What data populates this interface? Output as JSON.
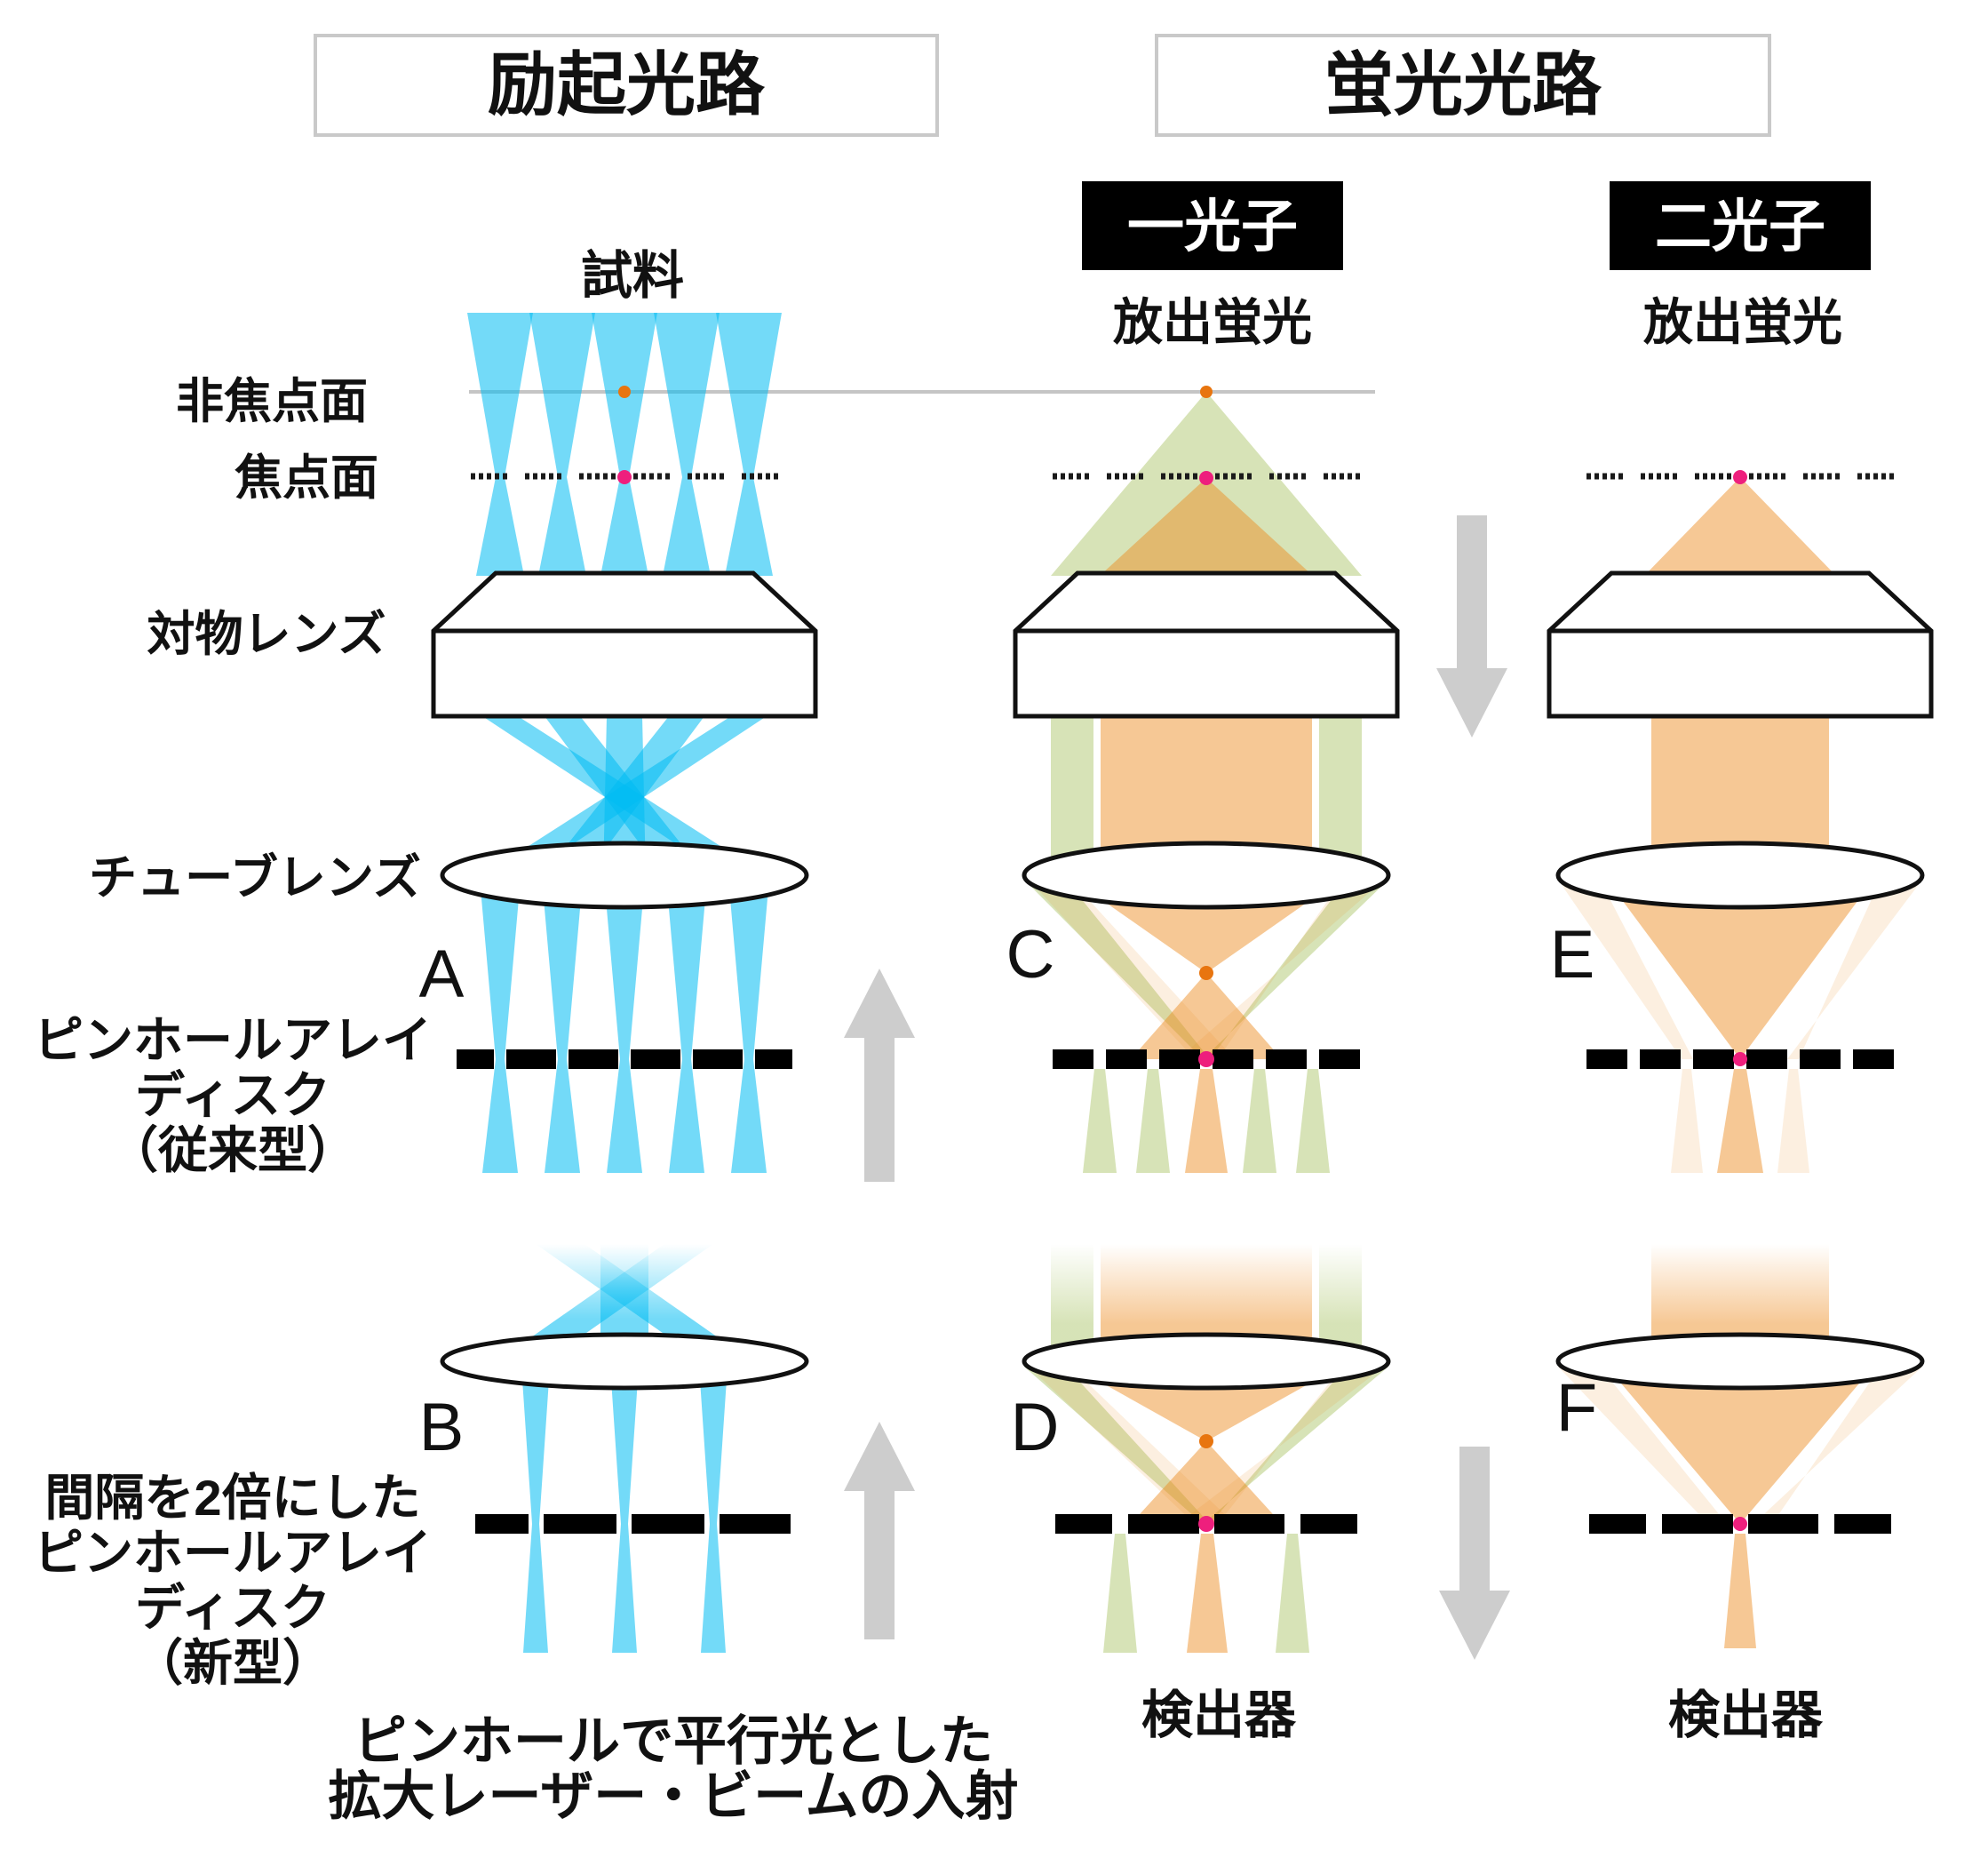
{
  "figure": {
    "title_excitation": "励起光路",
    "title_fluorescence": "蛍光光路",
    "mode_one_photon": "一光子",
    "mode_two_photon": "二光子",
    "emitted_fluorescence": "放出蛍光",
    "sample": "試料",
    "off_focus_plane": "非焦点面",
    "focus_plane": "焦点面",
    "objective_lens": "対物レンズ",
    "tube_lens": "チューブレンズ",
    "detector": "検出器",
    "pinhole_conventional_line1": "ピンホールアレイ",
    "pinhole_conventional_line2": "ディスク",
    "pinhole_conventional_line3": "（従来型）",
    "pinhole_new_line1": "間隔を2倍にした",
    "pinhole_new_line2": "ピンホールアレイ",
    "pinhole_new_line3": "ディスク",
    "pinhole_new_line4": "（新型）",
    "incident_note_line1": "ピンホールで平行光とした",
    "incident_note_line2": "拡大レーザー・ビームの入射",
    "panels": {
      "a": "A",
      "b": "B",
      "c": "C",
      "d": "D",
      "e": "E",
      "f": "F"
    },
    "colors": {
      "excitation_beam": "#00bcf2",
      "fluorescence_in_focus": "#ed8c21",
      "fluorescence_out_of_focus": "#9ab94b",
      "point_in_focus": "#ee1f7d",
      "point_out_of_focus": "#e8750f",
      "guide_arrow": "#cdcdcd",
      "plane_line": "#c5c5c5",
      "title_box_border": "#c9c9c9"
    }
  }
}
